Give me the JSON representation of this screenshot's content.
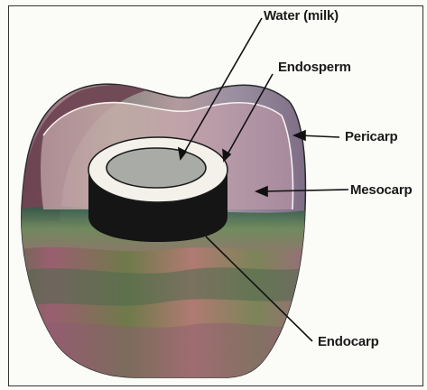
{
  "labels": {
    "water": "Water (milk)",
    "endosperm": "Endosperm",
    "pericarp": "Pericarp",
    "mesocarp": "Mesocarp",
    "endocarp": "Endocarp"
  },
  "colors": {
    "outline": "#1a1a1a",
    "milk": "#a9aba6",
    "endosperm": "#f3f1ea",
    "shell": "#151515",
    "fibre_light": "#c9a5a8",
    "fibre_green": "#5a7a52"
  }
}
